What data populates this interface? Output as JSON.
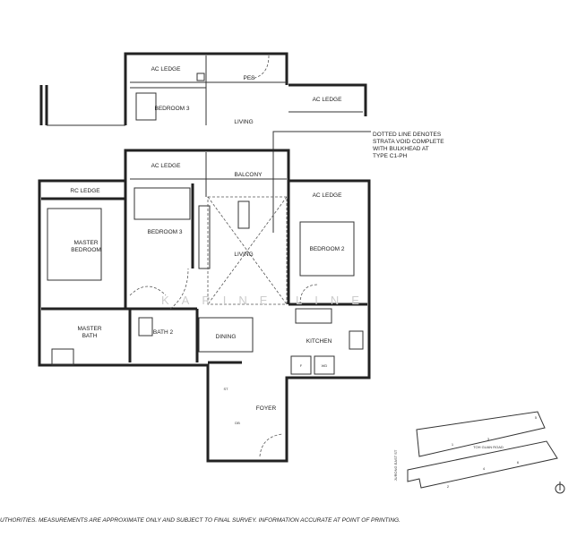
{
  "plan": {
    "upper_rooms": {
      "ac_ledge_1": "AC LEDGE",
      "pes": "PES",
      "ac_ledge_2": "AC LEDGE",
      "bedroom3": "BEDROOM 3",
      "living": "LIVING"
    },
    "note": [
      "DOTTED LINE DENOTES",
      "STRATA VOID COMPLETE",
      "WITH BULKHEAD AT",
      "TYPE C1-PH"
    ],
    "rooms": {
      "ac_ledge_1": "AC LEDGE",
      "balcony": "BALCONY",
      "rc_ledge": "RC LEDGE",
      "ac_ledge_2": "AC LEDGE",
      "master_bedroom": [
        "MASTER",
        "BEDROOM"
      ],
      "bedroom3": "BEDROOM 3",
      "living": "LIVING",
      "bedroom2": "BEDROOM 2",
      "master_bath": [
        "MASTER",
        "BATH"
      ],
      "bath2": "BATH 2",
      "dining": "DINING",
      "kitchen": "KITCHEN",
      "foyer": "FOYER",
      "st": "ST",
      "db": "DB",
      "fridge": "F",
      "washer": "WD"
    },
    "watermark": "KARINE LINE"
  },
  "site_plan": {
    "road": "TOH GUAN ROAD",
    "side_road": "JURONG EAST ST",
    "blocks": [
      "1",
      "3",
      "5",
      "2",
      "4",
      "6"
    ]
  },
  "footer": "UTHORITIES. MEASUREMENTS ARE APPROXIMATE ONLY AND SUBJECT TO FINAL SURVEY. INFORMATION ACCURATE AT POINT OF PRINTING."
}
